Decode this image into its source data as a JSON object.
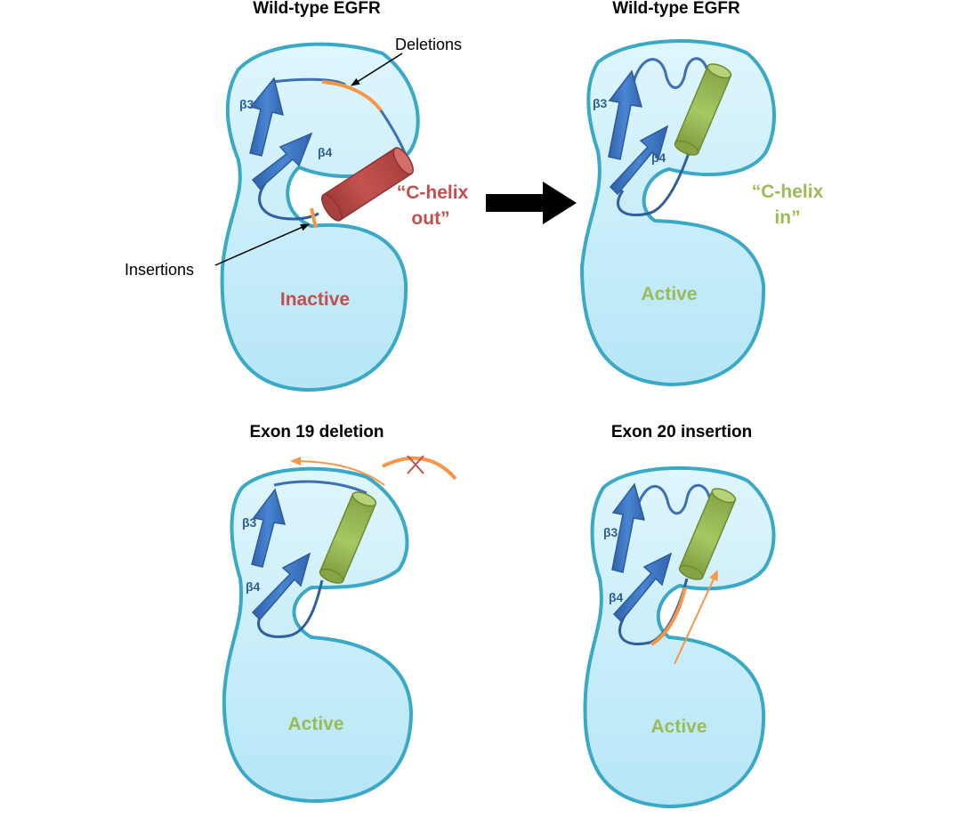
{
  "colors": {
    "domain_fill": "#c7eefa",
    "domain_stroke": "#3aa9c6",
    "strand": "#3b74c2",
    "loop": "#2f5f9c",
    "helix_inactive": "#c0504d",
    "helix_active": "#9bbb59",
    "mutation": "#f79646",
    "arrow": "#000000"
  },
  "panels": [
    {
      "title": "Wild-type EGFR",
      "beta3_label": "β3",
      "beta4_label": "β4",
      "state_label": "Inactive",
      "helix_label_line1": "“C-helix",
      "helix_label_line2": "out”"
    },
    {
      "title": "Wild-type EGFR",
      "beta3_label": "β3",
      "beta4_label": "β4",
      "state_label": "Active",
      "helix_label_line1": "“C-helix",
      "helix_label_line2": "in”"
    },
    {
      "title": "Exon 19 deletion",
      "beta3_label": "β3",
      "beta4_label": "β4",
      "state_label": "Active"
    },
    {
      "title": "Exon 20 insertion",
      "beta3_label": "β3",
      "beta4_label": "β4",
      "state_label": "Active"
    }
  ],
  "callouts": {
    "deletions": "Deletions",
    "insertions": "Insertions"
  },
  "icons": {
    "transition": "right-arrow-icon",
    "removed": "x-mark-icon"
  }
}
